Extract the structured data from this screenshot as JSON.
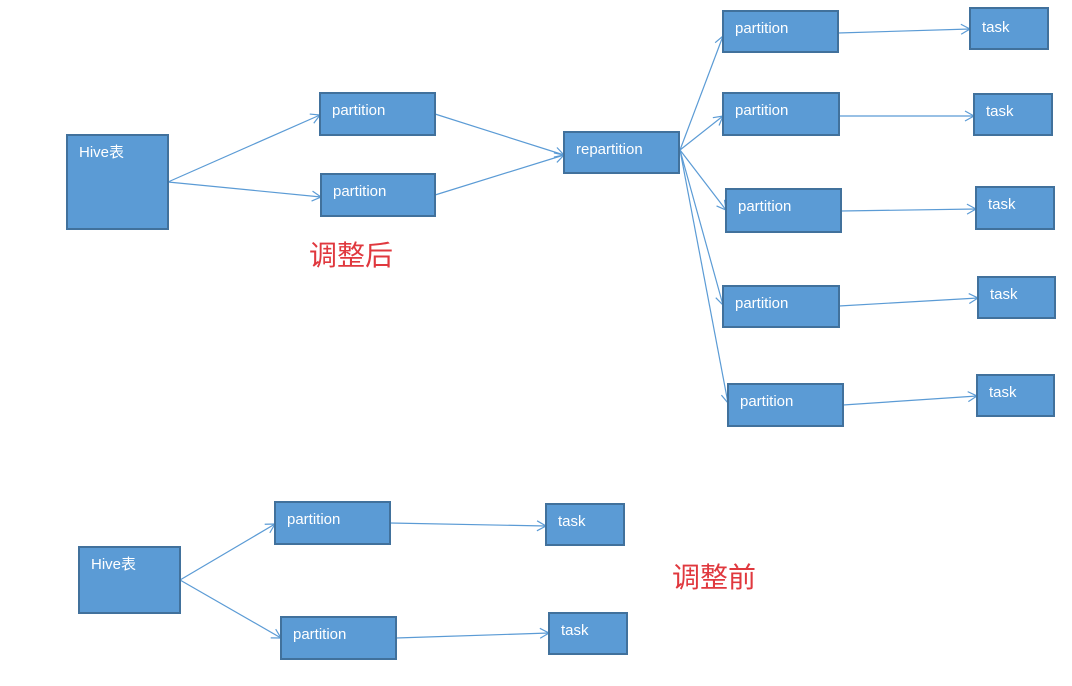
{
  "diagram": {
    "after": {
      "caption": "调整后",
      "source": "Hive表",
      "first_partitions": [
        "partition",
        "partition"
      ],
      "repartition": "repartition",
      "second_partitions": [
        "partition",
        "partition",
        "partition",
        "partition",
        "partition"
      ],
      "tasks": [
        "task",
        "task",
        "task",
        "task",
        "task"
      ]
    },
    "before": {
      "caption": "调整前",
      "source": "Hive表",
      "partitions": [
        "partition",
        "partition"
      ],
      "tasks": [
        "task",
        "task"
      ]
    },
    "colors": {
      "box_fill": "#5b9bd5",
      "box_border": "#41719c",
      "edge": "#5b9bd5",
      "caption": "#e0383e"
    }
  }
}
